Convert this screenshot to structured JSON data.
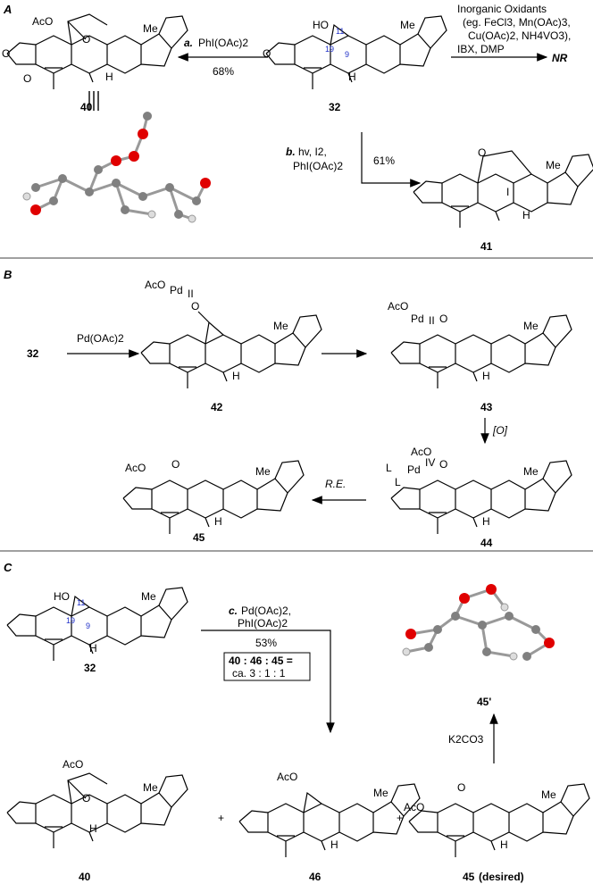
{
  "panels": {
    "A": "A",
    "B": "B",
    "C": "C"
  },
  "compounds": {
    "c40a": "40",
    "c32a": "32",
    "c41": "41",
    "c42": "42",
    "c43": "43",
    "c44": "44",
    "c45": "45",
    "c32c": "32",
    "c40c": "40",
    "c46": "46",
    "c45c": "45",
    "c45c_desired": "(desired)",
    "c45p": "45'"
  },
  "reagents": {
    "a_label": "a.",
    "a_reagent": "PhI(OAc)2",
    "a_yield": "68%",
    "inorganic": [
      "Inorganic Oxidants",
      "(eg. FeCl3, Mn(OAc)3,",
      "Cu(OAc)2, NH4VO3),",
      "IBX, DMP"
    ],
    "nr": "NR",
    "b_label": "b.",
    "b_reagent1": "hv, I2,",
    "b_reagent2": "PhI(OAc)2",
    "b_yield": "61%",
    "pd": "Pd(OAc)2",
    "ox": "[O]",
    "re": "R.E.",
    "c_label": "c.",
    "c_reagent1": "Pd(OAc)2,",
    "c_reagent2": "PhI(OAc)2",
    "c_yield": "53%",
    "ratio1": "40 : 46 : 45 =",
    "ratio2": "ca. 3 : 1 : 1",
    "k2co3": "K2CO3",
    "plus": "+"
  },
  "atoms": {
    "aco": "AcO",
    "ho": "HO",
    "me": "Me",
    "h": "H",
    "o": "O",
    "i": "I",
    "pd": "Pd",
    "pd2": "II",
    "pd4": "IV",
    "l": "L",
    "n11": "11",
    "n19": "19",
    "n9": "9"
  },
  "colors": {
    "locant": "#2030c8",
    "oxygen": "#e00000",
    "carbon": "#808080",
    "hydrogen": "#f0f0f0"
  }
}
